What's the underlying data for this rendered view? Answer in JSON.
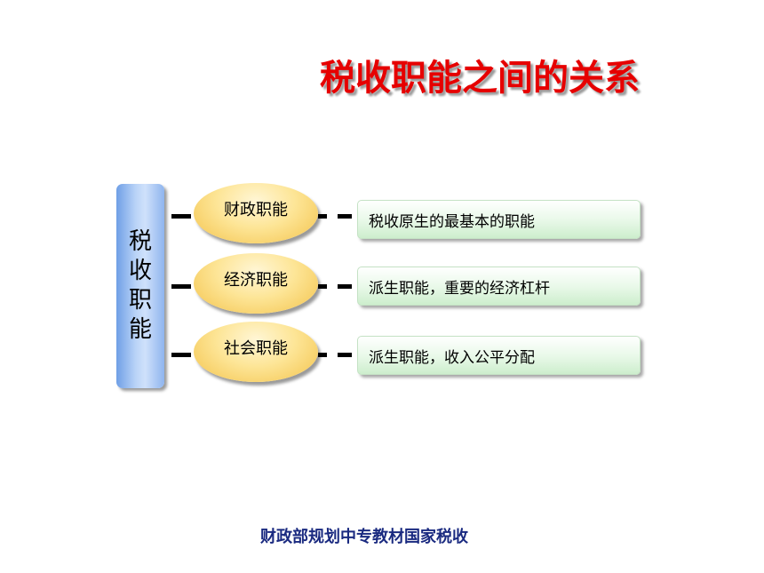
{
  "title": "税收职能之间的关系",
  "root": {
    "label": "税收职能"
  },
  "functions": [
    {
      "name": "财政职能",
      "description": "税收原生的最基本的职能"
    },
    {
      "name": "经济职能",
      "description": "派生职能，重要的经济杠杆"
    },
    {
      "name": "社会职能",
      "description": "派生职能，收入公平分配"
    }
  ],
  "footer": "财政部规划中专教材国家税收",
  "colors": {
    "title": "#e60000",
    "footer": "#1a2a80",
    "root_fill": "#b9d3f7",
    "oval_fill": "#fde596",
    "desc_fill": "#eaf9ea"
  }
}
